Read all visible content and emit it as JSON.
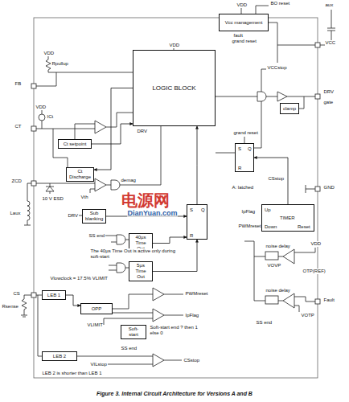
{
  "diagram": {
    "caption": "Figure 3. Internal Circuit Architecture for Versions A and B",
    "nodes": [
      {
        "text": [
          "Vcc management"
        ]
      },
      {
        "text": [
          "LOGIC BLOCK"
        ]
      },
      {
        "text": [
          "Ct setpoint"
        ]
      },
      {
        "text": [
          "Ct Discharge"
        ]
      },
      {
        "text": [
          "Sub blanking"
        ]
      },
      {
        "text": [
          "40µs Time Out"
        ]
      },
      {
        "text": [
          "5µs Time Out"
        ]
      },
      {
        "text": [
          "LEB 1"
        ]
      },
      {
        "text": [
          "OPP"
        ]
      },
      {
        "text": [
          "Soft-start"
        ]
      },
      {
        "text": [
          "LEB 2"
        ]
      },
      {
        "text": [
          "clamp"
        ]
      },
      {
        "text": [
          "S",
          "Q",
          "R"
        ]
      },
      {
        "text": [
          "S",
          "Q",
          "R"
        ]
      },
      {
        "text": [
          "Up",
          "Down",
          "TIMER",
          "Reset"
        ]
      }
    ],
    "edges": [
      {
        "from": 2,
        "to": 1,
        "arrow": "to"
      },
      {
        "from": 1,
        "to": 3,
        "arrow": "to"
      },
      {
        "from": 7,
        "to": 8,
        "arrow": "to"
      },
      {
        "from": 5,
        "to": 13,
        "arrow": "to"
      },
      {
        "from": 6,
        "to": 13,
        "arrow": "to"
      },
      {
        "from": 13,
        "to": 1,
        "arrow": "to"
      },
      {
        "from": 14,
        "to": 12,
        "arrow": "to"
      },
      {
        "from": 4,
        "to": 13,
        "arrow": "to"
      }
    ],
    "labels": [
      "VDD",
      "BO reset",
      "aux",
      "fault",
      "grand reset",
      "VCCstop",
      "VCC",
      "DRV",
      "gate",
      "grand reset",
      "CSstop",
      "A: latched",
      "GND",
      "FB",
      "VDD",
      "Rpullup",
      "VDD",
      "CT",
      "VDD",
      "ICt",
      "DRV",
      "ZCD",
      "10 V ESD",
      "Vth",
      "demag",
      "Laux",
      "DRV",
      "SS end",
      "The 40µs Time Out is active only during soft-start",
      "Vlowclock = 17.5% VLIMIT",
      "CS",
      "Rsense",
      "VLIMIT",
      "Soft-start end ? then 1 else 0",
      "SS end",
      "CSstop",
      "VILstop",
      "LEB 2 is shorter than LEB 1",
      "PWMreset",
      "IpFlag",
      "IpFlag",
      "PWMreset",
      "noise delay",
      "VOVP",
      "VDD",
      "OTP(REF)",
      "Fault",
      "noise delay",
      "VOTP",
      "SS end",
      "电源网",
      "DianYuan.com"
    ]
  }
}
